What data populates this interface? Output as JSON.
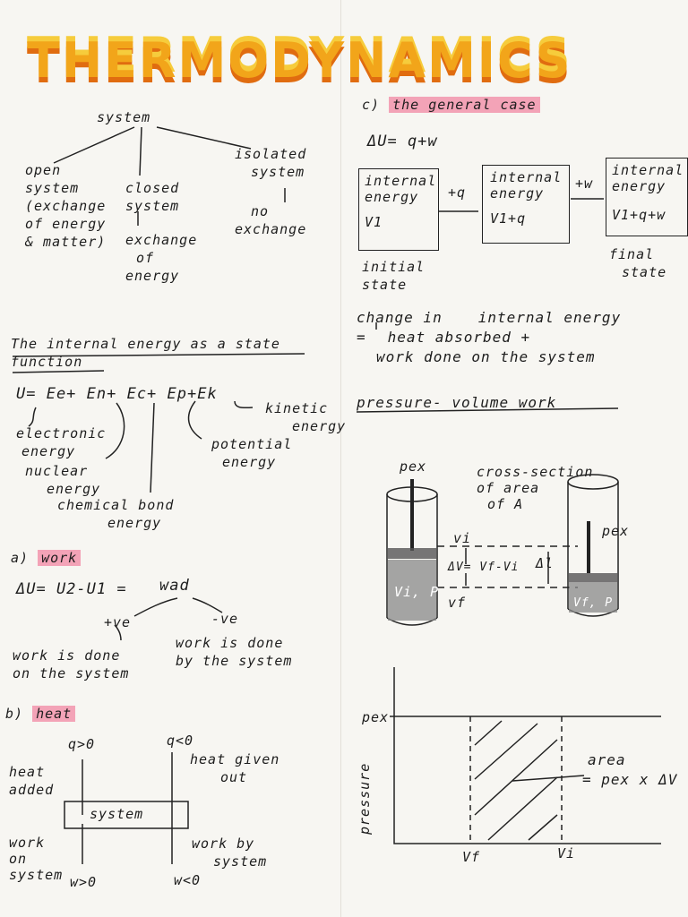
{
  "title": "THERMODYNAMICS",
  "systems": {
    "root": "system",
    "open": [
      "open",
      "system",
      "(exchange",
      "of energy",
      "& matter)"
    ],
    "closed": [
      "closed",
      "system",
      "exchange",
      "of",
      "energy"
    ],
    "isolated": [
      "isolated",
      "system",
      "no",
      "exchange"
    ]
  },
  "internal_energy": {
    "heading": [
      "The internal energy as a state",
      "function"
    ],
    "equation": "U= Ee+ En+ Ec+ Ep+Ek",
    "kinetic": [
      "kinetic",
      "energy"
    ],
    "electronic": [
      "electronic",
      "energy"
    ],
    "potential": [
      "potential",
      "energy"
    ],
    "nuclear": [
      "nuclear",
      "energy"
    ],
    "chemical": [
      "chemical bond",
      "energy"
    ]
  },
  "work": {
    "label": "a)",
    "heading": "work",
    "equation": "ΔU= U2-U1 =",
    "wad": "wad",
    "pos": "+ve",
    "neg": "-ve",
    "pos_desc": [
      "work is done",
      "on the system"
    ],
    "neg_desc": [
      "work is done",
      "by the system"
    ]
  },
  "heat": {
    "label": "b)",
    "heading": "heat",
    "q_pos": "q>0",
    "q_neg": "q<0",
    "added": [
      "heat",
      "added"
    ],
    "given": [
      "heat given",
      "out"
    ],
    "system": "system",
    "work_on": [
      "work",
      "on",
      "system"
    ],
    "work_by": [
      "work by",
      "system"
    ],
    "w_pos": "w>0",
    "w_neg": "w<0"
  },
  "general_case": {
    "label": "c)",
    "heading": "the general case",
    "equation": "ΔU= q+w",
    "box1": [
      "internal",
      "energy",
      "V1"
    ],
    "box2": [
      "internal",
      "energy",
      "V1+q"
    ],
    "box3": [
      "internal",
      "energy",
      "V1+q+w"
    ],
    "arrow1": "+q",
    "arrow2": "+w",
    "initial": [
      "initial",
      "state"
    ],
    "final": [
      "final",
      "state"
    ],
    "sentence": [
      "change in",
      "internal energy",
      "=",
      "heat absorbed +",
      "work done on the system"
    ]
  },
  "pv_work": {
    "heading": "pressure- volume work",
    "pex": "pex",
    "cross": [
      "cross-section",
      "of area",
      "of A"
    ],
    "vi": "vi",
    "vf": "vf",
    "dv": "ΔV= Vf-Vi",
    "dl": "Δl",
    "cyl1": "Vi, P",
    "cyl2": "Vf, P"
  },
  "graph": {
    "y_label": "pressure",
    "pex": "pex",
    "area": [
      "area",
      "= pex x ΔV"
    ],
    "vf": "Vf",
    "vi": "Vi"
  }
}
